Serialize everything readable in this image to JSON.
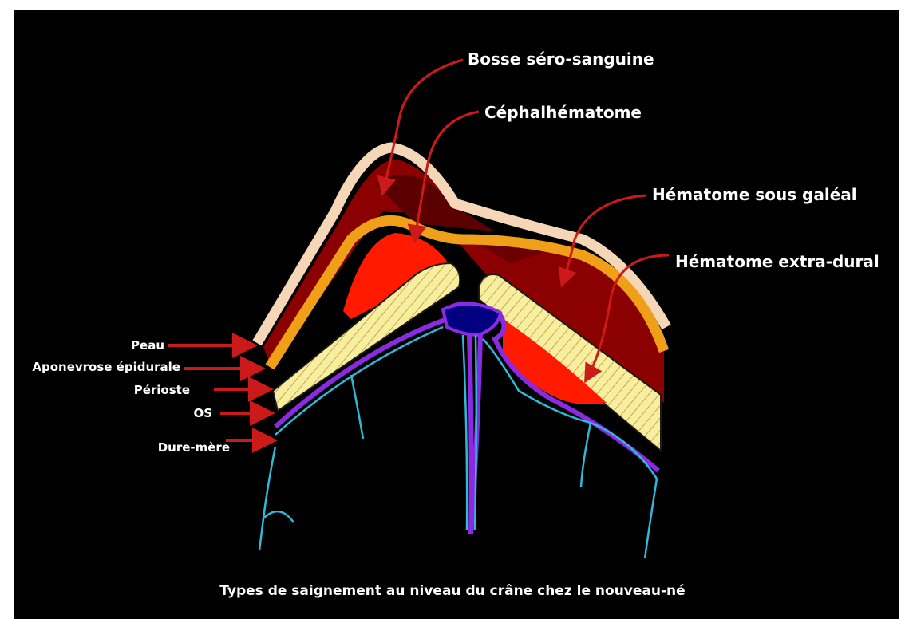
{
  "labels": {
    "bosse_sero_sanguine": "Bosse séro-sanguine",
    "cephalhematome": "Céphalhématome",
    "hematome_sous_galeal": "Hématome sous galéal",
    "hematome_extra_dural": "Hématome extra-dural",
    "peau": "Peau",
    "aponevrose_epidurale": "Aponevrose épidurale",
    "perioste": "Périoste",
    "os": "OS",
    "dure_mere": "Dure-mère"
  },
  "caption": "Types de saignement au niveau du crâne chez le nouveau-né",
  "colors": {
    "background": "#000000",
    "skin": "#f5d7b8",
    "aponeurosis": "#f0a018",
    "bosse": "#8b0000",
    "cephalhematoma": "#ff1a00",
    "subgaleal": "#7a0000",
    "extradural": "#ff1a00",
    "bone": "#f8eea0",
    "dura": "#8a2be2",
    "vessel": "#2fb8d8",
    "arrow": "#cc1a1a",
    "label": "#ffffff"
  }
}
